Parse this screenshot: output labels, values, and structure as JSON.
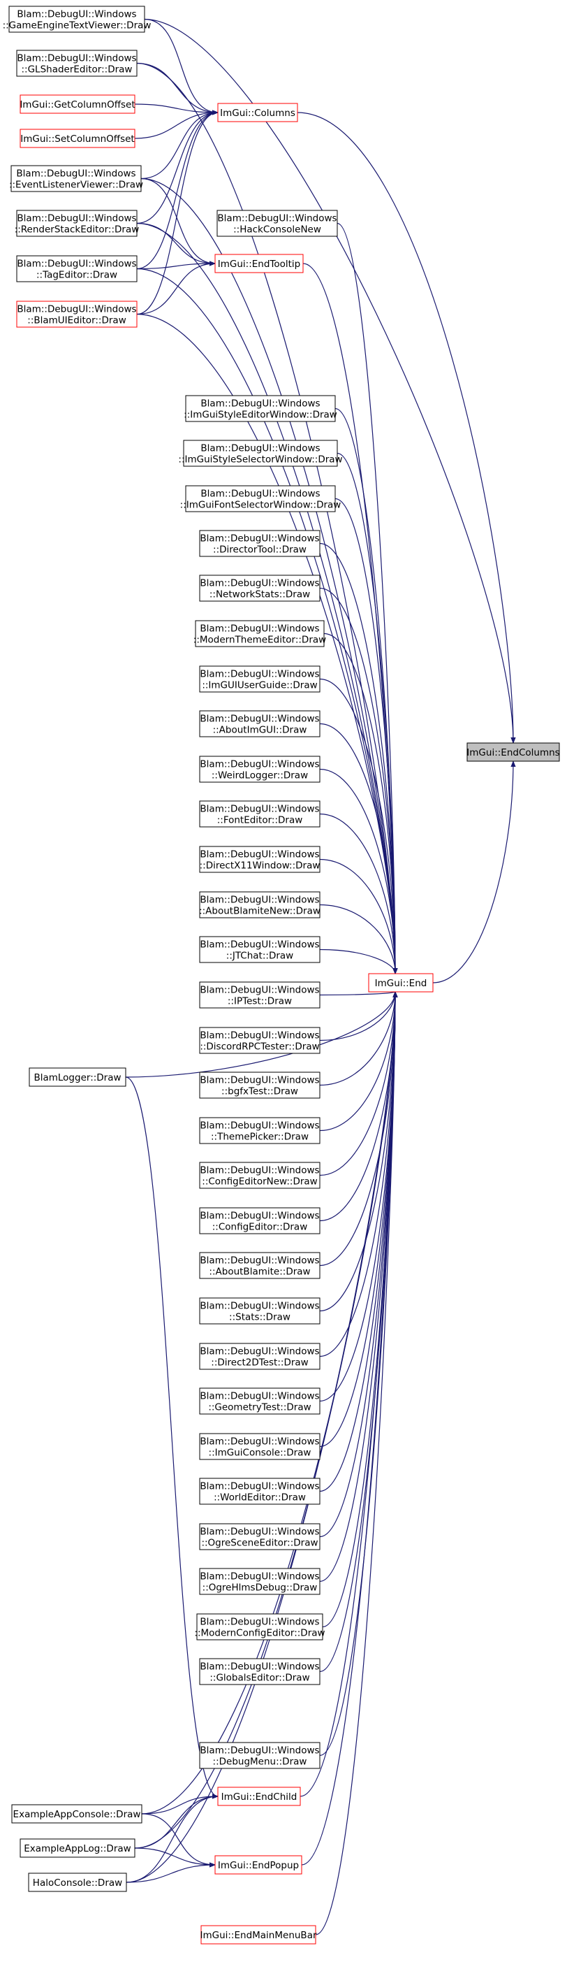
{
  "graph": {
    "colors": {
      "edge": "#191970",
      "normal_border": "#000000",
      "incomplete_border": "#ff0000",
      "highlight_fill": "#bfbfbf",
      "node_fill": "#ffffff"
    },
    "nodes": [
      {
        "id": "n_endcolumns",
        "name": "node-imgui-endcolumns",
        "lines": [
          "ImGui::EndColumns"
        ],
        "style": "highlight"
      },
      {
        "id": "n_columns",
        "name": "node-imgui-columns",
        "lines": [
          "ImGui::Columns"
        ],
        "style": "red"
      },
      {
        "id": "n_end",
        "name": "node-imgui-end",
        "lines": [
          "ImGui::End"
        ],
        "style": "red"
      },
      {
        "id": "n_endtooltip",
        "name": "node-imgui-endtooltip",
        "lines": [
          "ImGui::EndTooltip"
        ],
        "style": "red"
      },
      {
        "id": "n_endchild",
        "name": "node-imgui-endchild",
        "lines": [
          "ImGui::EndChild"
        ],
        "style": "red"
      },
      {
        "id": "n_endpopup",
        "name": "node-imgui-endpopup",
        "lines": [
          "ImGui::EndPopup"
        ],
        "style": "red"
      },
      {
        "id": "n_endmainmenubar",
        "name": "node-imgui-endmainmenubar",
        "lines": [
          "ImGui::EndMainMenuBar"
        ],
        "style": "red"
      },
      {
        "id": "n_getcoloffset",
        "name": "node-imgui-getcolumnoffset",
        "lines": [
          "ImGui::GetColumnOffset"
        ],
        "style": "red"
      },
      {
        "id": "n_setcoloffset",
        "name": "node-imgui-setcolumnoffset",
        "lines": [
          "ImGui::SetColumnOffset"
        ],
        "style": "red"
      },
      {
        "id": "n_gametext",
        "name": "node-gameenginetextviewer-draw",
        "lines": [
          "Blam::DebugUI::Windows",
          "::GameEngineTextViewer::Draw"
        ],
        "style": "black"
      },
      {
        "id": "n_glshader",
        "name": "node-glshadereditor-draw",
        "lines": [
          "Blam::DebugUI::Windows",
          "::GLShaderEditor::Draw"
        ],
        "style": "black"
      },
      {
        "id": "n_eventlistener",
        "name": "node-eventlistenerviewer-draw",
        "lines": [
          "Blam::DebugUI::Windows",
          "::EventListenerViewer::Draw"
        ],
        "style": "black"
      },
      {
        "id": "n_renderstack",
        "name": "node-renderstackeditor-draw",
        "lines": [
          "Blam::DebugUI::Windows",
          "::RenderStackEditor::Draw"
        ],
        "style": "black"
      },
      {
        "id": "n_tageditor",
        "name": "node-tageditor-draw",
        "lines": [
          "Blam::DebugUI::Windows",
          "::TagEditor::Draw"
        ],
        "style": "black"
      },
      {
        "id": "n_blamui",
        "name": "node-blamuieditor-draw",
        "lines": [
          "Blam::DebugUI::Windows",
          "::BlamUIEditor::Draw"
        ],
        "style": "red"
      },
      {
        "id": "n_hackconsole",
        "name": "node-hackconsolenew",
        "lines": [
          "Blam::DebugUI::Windows",
          "::HackConsoleNew"
        ],
        "style": "black"
      },
      {
        "id": "n_stylesheet",
        "name": "node-imguistyleeditorwindow-draw",
        "lines": [
          "Blam::DebugUI::Windows",
          "::ImGuiStyleEditorWindow::Draw"
        ],
        "style": "black"
      },
      {
        "id": "n_styleselector",
        "name": "node-imguistyleselectorwindow-draw",
        "lines": [
          "Blam::DebugUI::Windows",
          "::ImGuiStyleSelectorWindow::Draw"
        ],
        "style": "black"
      },
      {
        "id": "n_fontselector",
        "name": "node-imguifontselectorwindow-draw",
        "lines": [
          "Blam::DebugUI::Windows",
          "::ImGuiFontSelectorWindow::Draw"
        ],
        "style": "black"
      },
      {
        "id": "n_director",
        "name": "node-directortool-draw",
        "lines": [
          "Blam::DebugUI::Windows",
          "::DirectorTool::Draw"
        ],
        "style": "black"
      },
      {
        "id": "n_network",
        "name": "node-networkstats-draw",
        "lines": [
          "Blam::DebugUI::Windows",
          "::NetworkStats::Draw"
        ],
        "style": "black"
      },
      {
        "id": "n_moderntheme",
        "name": "node-modernthemeeditor-draw",
        "lines": [
          "Blam::DebugUI::Windows",
          "::ModernThemeEditor::Draw"
        ],
        "style": "black"
      },
      {
        "id": "n_userguide",
        "name": "node-imguiuserguide-draw",
        "lines": [
          "Blam::DebugUI::Windows",
          "::ImGUIUserGuide::Draw"
        ],
        "style": "black"
      },
      {
        "id": "n_aboutimgui",
        "name": "node-aboutimgui-draw",
        "lines": [
          "Blam::DebugUI::Windows",
          "::AboutImGUI::Draw"
        ],
        "style": "black"
      },
      {
        "id": "n_weirdlogger",
        "name": "node-weirdlogger-draw",
        "lines": [
          "Blam::DebugUI::Windows",
          "::WeirdLogger::Draw"
        ],
        "style": "black"
      },
      {
        "id": "n_fonteditor",
        "name": "node-fonteditor-draw",
        "lines": [
          "Blam::DebugUI::Windows",
          "::FontEditor::Draw"
        ],
        "style": "black"
      },
      {
        "id": "n_directx11",
        "name": "node-directx11window-draw",
        "lines": [
          "Blam::DebugUI::Windows",
          "::DirectX11Window::Draw"
        ],
        "style": "black"
      },
      {
        "id": "n_aboutblamitenew",
        "name": "node-aboutblamitenew-draw",
        "lines": [
          "Blam::DebugUI::Windows",
          "::AboutBlamiteNew::Draw"
        ],
        "style": "black"
      },
      {
        "id": "n_jtchat",
        "name": "node-jtchat-draw",
        "lines": [
          "Blam::DebugUI::Windows",
          "::JTChat::Draw"
        ],
        "style": "black"
      },
      {
        "id": "n_iptest",
        "name": "node-iptest-draw",
        "lines": [
          "Blam::DebugUI::Windows",
          "::IPTest::Draw"
        ],
        "style": "black"
      },
      {
        "id": "n_discord",
        "name": "node-discordrpctester-draw",
        "lines": [
          "Blam::DebugUI::Windows",
          "::DiscordRPCTester::Draw"
        ],
        "style": "black"
      },
      {
        "id": "n_bgfx",
        "name": "node-bgfxtest-draw",
        "lines": [
          "Blam::DebugUI::Windows",
          "::bgfxTest::Draw"
        ],
        "style": "black"
      },
      {
        "id": "n_themepicker",
        "name": "node-themepicker-draw",
        "lines": [
          "Blam::DebugUI::Windows",
          "::ThemePicker::Draw"
        ],
        "style": "black"
      },
      {
        "id": "n_configeditornew",
        "name": "node-configeditornew-draw",
        "lines": [
          "Blam::DebugUI::Windows",
          "::ConfigEditorNew::Draw"
        ],
        "style": "black"
      },
      {
        "id": "n_configeditor",
        "name": "node-configeditor-draw",
        "lines": [
          "Blam::DebugUI::Windows",
          "::ConfigEditor::Draw"
        ],
        "style": "black"
      },
      {
        "id": "n_aboutblamite",
        "name": "node-aboutblamite-draw",
        "lines": [
          "Blam::DebugUI::Windows",
          "::AboutBlamite::Draw"
        ],
        "style": "black"
      },
      {
        "id": "n_stats",
        "name": "node-stats-draw",
        "lines": [
          "Blam::DebugUI::Windows",
          "::Stats::Draw"
        ],
        "style": "black"
      },
      {
        "id": "n_direct2d",
        "name": "node-direct2dtest-draw",
        "lines": [
          "Blam::DebugUI::Windows",
          "::Direct2DTest::Draw"
        ],
        "style": "black"
      },
      {
        "id": "n_geometry",
        "name": "node-geometrytest-draw",
        "lines": [
          "Blam::DebugUI::Windows",
          "::GeometryTest::Draw"
        ],
        "style": "black"
      },
      {
        "id": "n_imguiconsole",
        "name": "node-imguiconsole-draw",
        "lines": [
          "Blam::DebugUI::Windows",
          "::ImGuiConsole::Draw"
        ],
        "style": "black"
      },
      {
        "id": "n_worldeditor",
        "name": "node-worldeditor-draw",
        "lines": [
          "Blam::DebugUI::Windows",
          "::WorldEditor::Draw"
        ],
        "style": "black"
      },
      {
        "id": "n_ogrescene",
        "name": "node-ogresceneeditor-draw",
        "lines": [
          "Blam::DebugUI::Windows",
          "::OgreSceneEditor::Draw"
        ],
        "style": "black"
      },
      {
        "id": "n_ogrehlms",
        "name": "node-ogrehlmsdebug-draw",
        "lines": [
          "Blam::DebugUI::Windows",
          "::OgreHlmsDebug::Draw"
        ],
        "style": "black"
      },
      {
        "id": "n_modernconfig",
        "name": "node-modernconfigeditor-draw",
        "lines": [
          "Blam::DebugUI::Windows",
          "::ModernConfigEditor::Draw"
        ],
        "style": "black"
      },
      {
        "id": "n_globals",
        "name": "node-globalseditor-draw",
        "lines": [
          "Blam::DebugUI::Windows",
          "::GlobalsEditor::Draw"
        ],
        "style": "black"
      },
      {
        "id": "n_debugmenu",
        "name": "node-debugmenu-draw",
        "lines": [
          "Blam::DebugUI::Windows",
          "::DebugMenu::Draw"
        ],
        "style": "black"
      },
      {
        "id": "n_blamlogger",
        "name": "node-blamlogger-draw",
        "lines": [
          "BlamLogger::Draw"
        ],
        "style": "black"
      },
      {
        "id": "n_exampleconsole",
        "name": "node-exampleappconsole-draw",
        "lines": [
          "ExampleAppConsole::Draw"
        ],
        "style": "black"
      },
      {
        "id": "n_examplelog",
        "name": "node-exampleapplog-draw",
        "lines": [
          "ExampleAppLog::Draw"
        ],
        "style": "black"
      },
      {
        "id": "n_haloconsole",
        "name": "node-haloconsole-draw",
        "lines": [
          "HaloConsole::Draw"
        ],
        "style": "black"
      }
    ],
    "edges": [
      [
        "n_columns",
        "n_endcolumns"
      ],
      [
        "n_end",
        "n_endcolumns"
      ],
      [
        "n_gametext",
        "n_endcolumns"
      ],
      [
        "n_gametext",
        "n_columns"
      ],
      [
        "n_glshader",
        "n_columns"
      ],
      [
        "n_getcoloffset",
        "n_columns"
      ],
      [
        "n_setcoloffset",
        "n_columns"
      ],
      [
        "n_eventlistener",
        "n_columns"
      ],
      [
        "n_renderstack",
        "n_columns"
      ],
      [
        "n_tageditor",
        "n_columns"
      ],
      [
        "n_blamui",
        "n_columns"
      ],
      [
        "n_eventlistener",
        "n_endtooltip"
      ],
      [
        "n_renderstack",
        "n_endtooltip"
      ],
      [
        "n_tageditor",
        "n_endtooltip"
      ],
      [
        "n_blamui",
        "n_endtooltip"
      ],
      [
        "n_endtooltip",
        "n_end"
      ],
      [
        "n_glshader",
        "n_end"
      ],
      [
        "n_eventlistener",
        "n_end"
      ],
      [
        "n_renderstack",
        "n_end"
      ],
      [
        "n_tageditor",
        "n_end"
      ],
      [
        "n_blamui",
        "n_end"
      ],
      [
        "n_hackconsole",
        "n_end"
      ],
      [
        "n_stylesheet",
        "n_end"
      ],
      [
        "n_styleselector",
        "n_end"
      ],
      [
        "n_fontselector",
        "n_end"
      ],
      [
        "n_director",
        "n_end"
      ],
      [
        "n_network",
        "n_end"
      ],
      [
        "n_moderntheme",
        "n_end"
      ],
      [
        "n_userguide",
        "n_end"
      ],
      [
        "n_aboutimgui",
        "n_end"
      ],
      [
        "n_weirdlogger",
        "n_end"
      ],
      [
        "n_fonteditor",
        "n_end"
      ],
      [
        "n_directx11",
        "n_end"
      ],
      [
        "n_aboutblamitenew",
        "n_end"
      ],
      [
        "n_jtchat",
        "n_end"
      ],
      [
        "n_iptest",
        "n_end"
      ],
      [
        "n_discord",
        "n_end"
      ],
      [
        "n_bgfx",
        "n_end"
      ],
      [
        "n_themepicker",
        "n_end"
      ],
      [
        "n_configeditornew",
        "n_end"
      ],
      [
        "n_configeditor",
        "n_end"
      ],
      [
        "n_aboutblamite",
        "n_end"
      ],
      [
        "n_stats",
        "n_end"
      ],
      [
        "n_direct2d",
        "n_end"
      ],
      [
        "n_geometry",
        "n_end"
      ],
      [
        "n_imguiconsole",
        "n_end"
      ],
      [
        "n_worldeditor",
        "n_end"
      ],
      [
        "n_ogrescene",
        "n_end"
      ],
      [
        "n_ogrehlms",
        "n_end"
      ],
      [
        "n_modernconfig",
        "n_end"
      ],
      [
        "n_globals",
        "n_end"
      ],
      [
        "n_debugmenu",
        "n_end"
      ],
      [
        "n_blamlogger",
        "n_end"
      ],
      [
        "n_exampleconsole",
        "n_end"
      ],
      [
        "n_examplelog",
        "n_end"
      ],
      [
        "n_haloconsole",
        "n_end"
      ],
      [
        "n_endchild",
        "n_end"
      ],
      [
        "n_endpopup",
        "n_end"
      ],
      [
        "n_endmainmenubar",
        "n_end"
      ],
      [
        "n_blamlogger",
        "n_endchild"
      ],
      [
        "n_exampleconsole",
        "n_endchild"
      ],
      [
        "n_examplelog",
        "n_endchild"
      ],
      [
        "n_haloconsole",
        "n_endchild"
      ],
      [
        "n_exampleconsole",
        "n_endpopup"
      ],
      [
        "n_examplelog",
        "n_endpopup"
      ],
      [
        "n_haloconsole",
        "n_endpopup"
      ]
    ]
  }
}
